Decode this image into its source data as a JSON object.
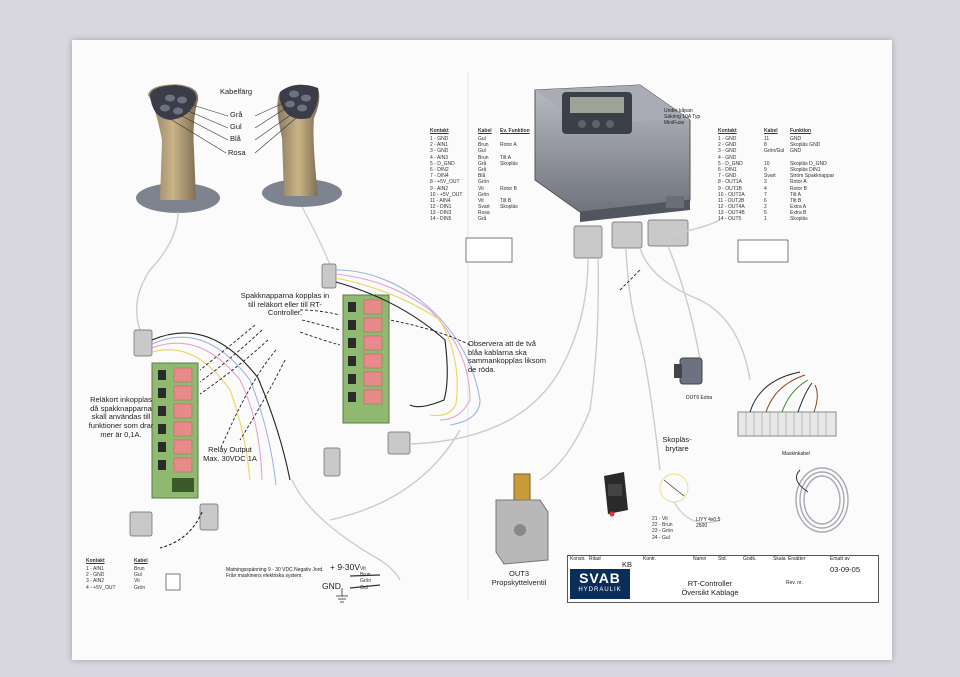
{
  "cable_color_legend": {
    "title": "Kabelfärg",
    "colors": [
      "Grå",
      "Gul",
      "Blå",
      "Rosa"
    ]
  },
  "annotations": {
    "spakknappar": "Spakknapparna kopplas in till reläkort eller till RT-Controller.",
    "observera": "Observera att de två blåa kablarna ska sammankopplas liksom de röda.",
    "relakort": "Reläkort inkopplas då spakknapparna skall användas till funktioner som drar mer är 0,1A.",
    "relay_output": "Relay Output Max. 30VDC 1A",
    "under_kapan": "Under kåpan Säkring 10A Typ MiniFuse",
    "out6": "OUT6 Extra",
    "skoplas": "Skopläs-brytare",
    "cable_spec": "LIYY 4x0,5 2500",
    "maskinkabel": "Maskinkabel",
    "out3": "OUT3 Propskyttelventil",
    "matning": "Matningsspänning 9 - 30 VDC Negativ Jord. Från maskinens elektriska system.",
    "plus_v": "+ 9-30V",
    "gnd": "GND",
    "switch_pins": [
      "21 - Vit",
      "22 - Brun",
      "23 - Grön",
      "24 - Gul"
    ]
  },
  "table_left": {
    "headers": [
      "Kontakt",
      "Kabel",
      "Ev. Funktion"
    ],
    "rows": [
      [
        "1 - GND",
        "Gul",
        ""
      ],
      [
        "2 - AIN1",
        "Brun",
        "Rotor A"
      ],
      [
        "3 - GND",
        "Gul",
        ""
      ],
      [
        "4 - AIN3",
        "Brun",
        "Tilt A"
      ],
      [
        "5 - D_GND",
        "Grå",
        "Skopläs"
      ],
      [
        "6 - DIN2",
        "Grå",
        ""
      ],
      [
        "7 - DIN4",
        "Blå",
        ""
      ],
      [
        "8 - +5V_OUT",
        "Grön",
        ""
      ],
      [
        "9 - AIN2",
        "Vit",
        "Rotor B"
      ],
      [
        "10 - +5V_OUT",
        "Grön",
        ""
      ],
      [
        "11 - AIN4",
        "Vit",
        "Tilt B"
      ],
      [
        "12 - DIN1",
        "Svart",
        "Skopläs"
      ],
      [
        "13 - DIN3",
        "Rosa",
        ""
      ],
      [
        "14 - DIN5",
        "Grå",
        ""
      ]
    ]
  },
  "table_right": {
    "headers": [
      "Kontakt",
      "Kabel",
      "Funktion"
    ],
    "rows": [
      [
        "1 - GND",
        "11",
        "GND"
      ],
      [
        "2 - GND",
        "8",
        "Skopläs GND"
      ],
      [
        "3 - GND",
        "Grön/Gul",
        "GND"
      ],
      [
        "4 - GND",
        "",
        ""
      ],
      [
        "5 - D_GND",
        "10",
        "Skopläs D_GND"
      ],
      [
        "6 - DIN1",
        "9",
        "Skopläs DIN1"
      ],
      [
        "7 - GND",
        "Svart",
        "Ström Spakknappar"
      ],
      [
        "8 - OUT1A",
        "3",
        "Rotor A"
      ],
      [
        "9 - OUT1B",
        "4",
        "Rotor B"
      ],
      [
        "10 - OUT2A",
        "7",
        "Tilt A"
      ],
      [
        "11 - OUT2B",
        "6",
        "Tilt B"
      ],
      [
        "12 - OUT4A",
        "2",
        "Extra A"
      ],
      [
        "13 - OUT4B",
        "5",
        "Extra B"
      ],
      [
        "14 - OUT5",
        "1",
        "Skopläs"
      ]
    ]
  },
  "table_bottom": {
    "headers": [
      "Kontakt",
      "Kabel"
    ],
    "rows": [
      [
        "1 - AIN1",
        "Brun"
      ],
      [
        "2 - GND",
        "Gul"
      ],
      [
        "3 - AIN2",
        "Vit"
      ],
      [
        "4 - +5V_OUT",
        "Grön"
      ]
    ]
  },
  "power_wires": [
    "Vit",
    "Brun",
    "Grön",
    "Gul"
  ],
  "title_block": {
    "logo": "SVAB",
    "logo_sub": "HYDRAULIK",
    "headers": [
      "Konstr.",
      "Ritad",
      "Kontr.",
      "Namn",
      "Std.",
      "Godk.",
      "Skala",
      "Ersätter",
      "Ersatt av"
    ],
    "ritad_value": "KB",
    "date": "03-09-05",
    "rev": "Rev. nr.",
    "title_line1": "RT-Controller",
    "title_line2": "Översikt Kablage"
  },
  "colors": {
    "background": "#d8d6df",
    "sheet": "#fbfbfb",
    "relay_board": "#8fb870",
    "relay": "#e98a8a",
    "controller_body": "#8a8d96",
    "controller_display": "#9ea39a",
    "connector": "#c9c9c9",
    "logo": "#0b2d5a"
  }
}
